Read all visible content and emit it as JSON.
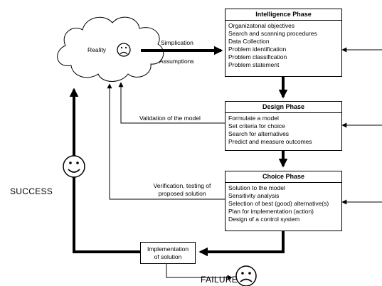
{
  "reality_label": "Reality",
  "phases": {
    "intelligence": {
      "title": "Intelligence Phase",
      "items": [
        "Organizatonal objectives",
        "Search and scanning procedures",
        "Data Collection",
        "Problem identification",
        "Problem classification",
        "Problem statement"
      ]
    },
    "design": {
      "title": "Design Phase",
      "items": [
        "Formulate a model",
        "Set criteria for choice",
        "Search for alternatives",
        "Predict and measure outcomes"
      ]
    },
    "choice": {
      "title": "Choice Phase",
      "items": [
        "Solution to the model",
        "Sensitivity analysis",
        "Selection of best (good) alternative(s)",
        "Plan for implementation (action)",
        "Design of a control system"
      ]
    }
  },
  "labels": {
    "simplication": "Simplication",
    "assumptions": "Assumptions",
    "validation": "Validation of the model",
    "verification_line1": "Verification, testing of",
    "verification_line2": "proposed solution",
    "implementation_line1": "Implementation",
    "implementation_line2": "of solution",
    "success": "SUCCESS",
    "failure": "FAILURE"
  }
}
